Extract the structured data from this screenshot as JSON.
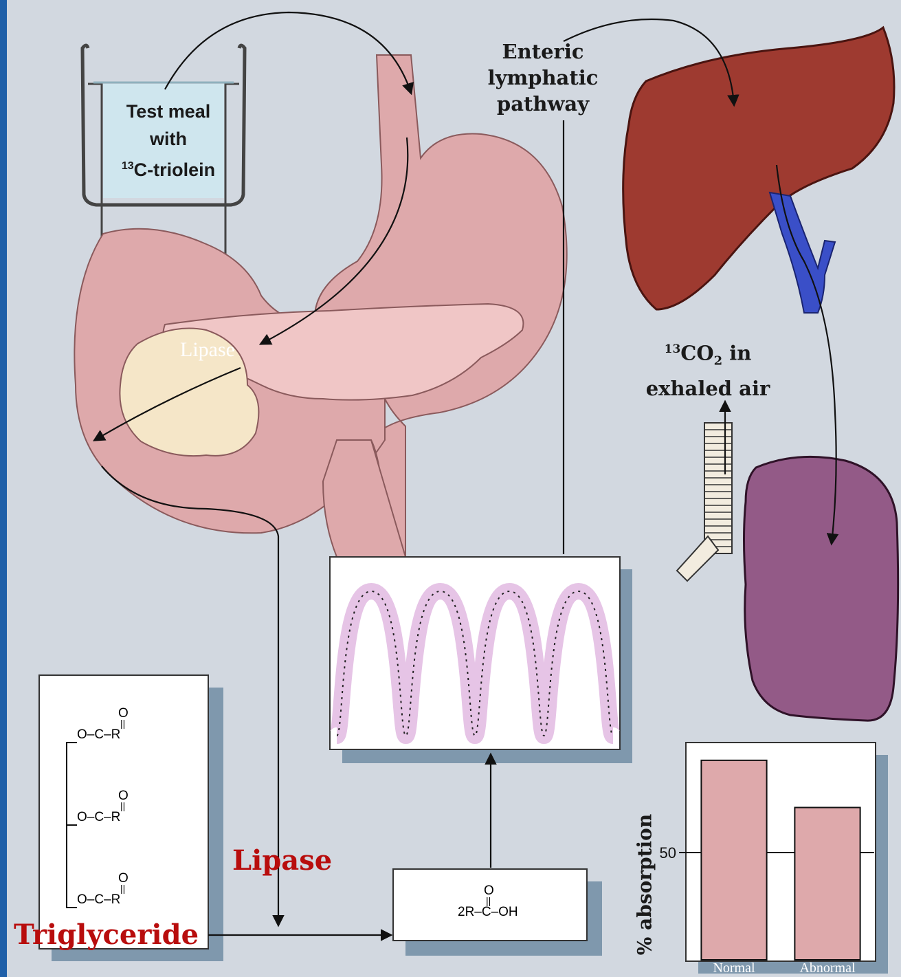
{
  "labels": {
    "test_meal_line1": "Test meal",
    "test_meal_line2": "with",
    "test_meal_sup": "13",
    "test_meal_line3": "C-triolein",
    "enteric_line1": "Enteric",
    "enteric_line2": "lymphatic",
    "enteric_line3": "pathway",
    "co2_sup": "13",
    "co2_main": "CO",
    "co2_sub": "2",
    "co2_in": " in",
    "co2_line2": "exhaled air",
    "lipase_pancreas": "Lipase",
    "lipase_red": "Lipase",
    "triglyceride": "Triglyceride"
  },
  "triglyceride_structure": {
    "carbonyl_o": "O",
    "group": "O–C–R"
  },
  "fatty_acid": {
    "carbonyl_o": "O",
    "formula": "2R–C–OH"
  },
  "colors": {
    "background": "#d2d8e0",
    "gut": "#dea9ab",
    "gut_outline": "#8a5a5c",
    "pancreas": "#f0c6c6",
    "duodenal_mass": "#f5e6c8",
    "liver": "#9e3a30",
    "vein": "#3a4fc8",
    "lung": "#935a87",
    "label_red": "#b80d0d",
    "label_dark": "#1a1a1a",
    "box_shadow": "#7f98ad"
  },
  "chart_data": {
    "type": "bar",
    "categories": [
      "Normal",
      "Abnormal"
    ],
    "values": [
      93,
      71
    ],
    "ylabel": "% absorption",
    "yticks": [
      50
    ],
    "ylim": [
      0,
      100
    ],
    "grid": "horizontal line at 50"
  }
}
